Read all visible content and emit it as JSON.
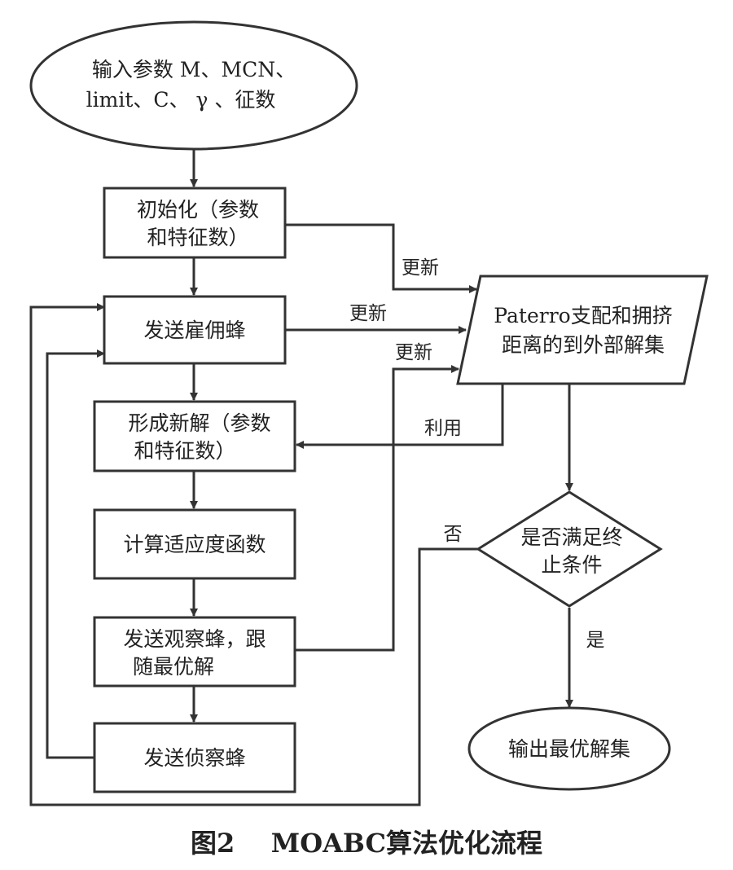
{
  "nodes": {
    "input": {
      "line1": "输入参数  M、MCN、",
      "line2": "limit、C、 γ 、征数"
    },
    "init": {
      "line1": "初始化（参数",
      "line2": "和特征数）"
    },
    "employed": {
      "line1": "发送雇佣蜂"
    },
    "newsol": {
      "line1": "形成新解（参数",
      "line2": "和特征数）"
    },
    "fitness": {
      "line1": "计算适应度函数"
    },
    "onlooker": {
      "line1": "发送观察蜂，跟",
      "line2": "随最优解"
    },
    "scout": {
      "line1": "发送侦察蜂"
    },
    "archive": {
      "line1": "Paterro支配和拥挤",
      "line2": "距离的到外部解集"
    },
    "terminate": {
      "line1": "是否满足终",
      "line2": "止条件"
    },
    "output": {
      "line1": "输出最优解集"
    }
  },
  "edge_labels": {
    "init_update": "更新",
    "employed_update": "更新",
    "onlooker_update": "更新",
    "use": "利用",
    "no": "否",
    "yes": "是"
  },
  "caption": "图2    MOABC算法优化流程",
  "colors": {
    "line": "#333333",
    "text": "#222222",
    "background": "#ffffff"
  }
}
